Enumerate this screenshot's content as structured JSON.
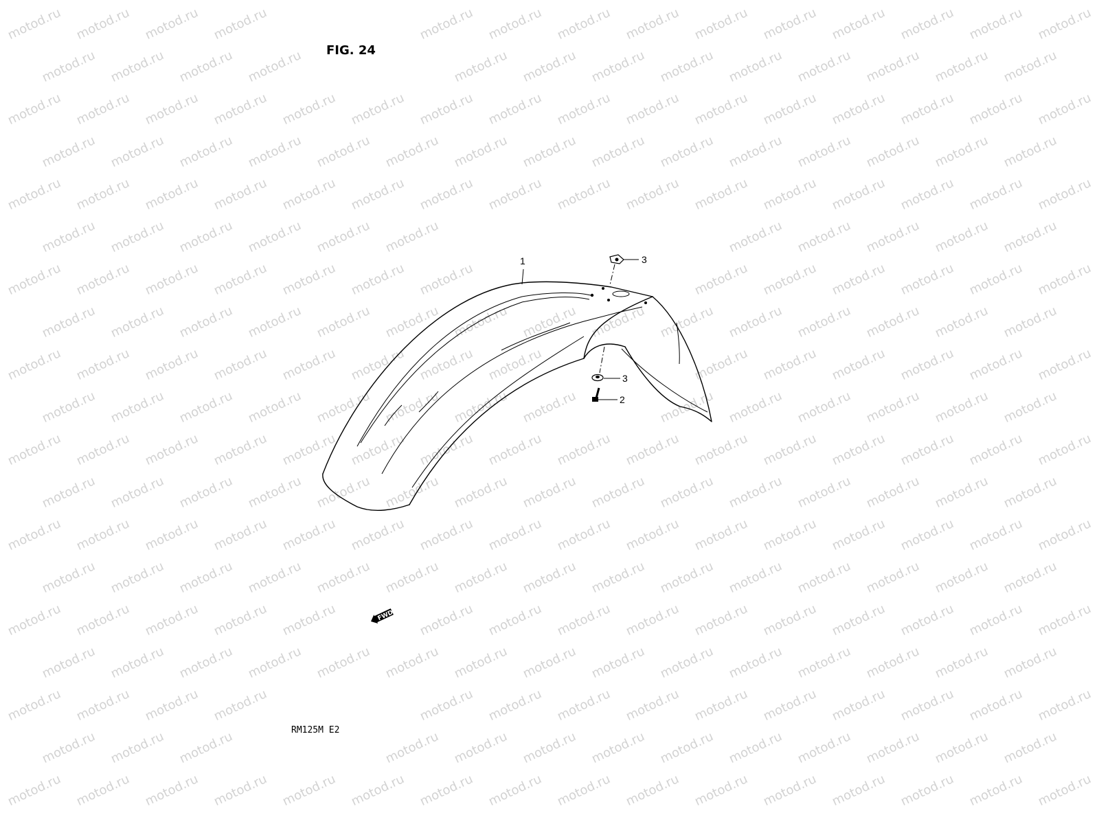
{
  "figure": {
    "title": "FIG. 24",
    "model_code": "RM125M  E2"
  },
  "watermark": {
    "text": "motod.ru",
    "color": "#d2d2d2"
  },
  "direction_marker": {
    "label": "FWD",
    "icon": "arrow-left-icon"
  },
  "callouts": [
    {
      "number": "1",
      "part": "front-fender"
    },
    {
      "number": "2",
      "part": "bolt"
    },
    {
      "number": "3",
      "part": "nut-upper"
    },
    {
      "number": "3",
      "part": "nut-lower"
    }
  ]
}
